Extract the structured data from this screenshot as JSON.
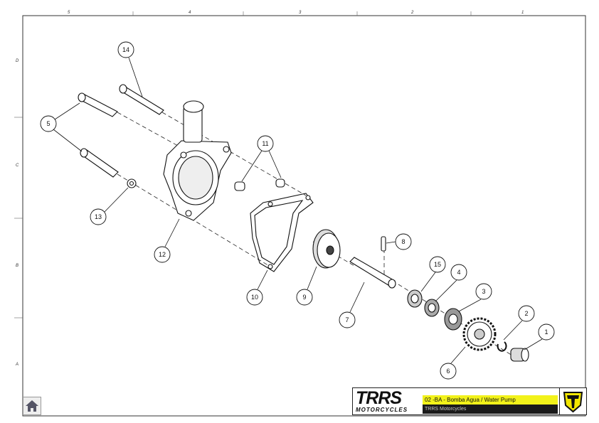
{
  "frame": {
    "columns": [
      "5",
      "4",
      "3",
      "2",
      "1"
    ],
    "rows": [
      "D",
      "C",
      "B",
      "A"
    ]
  },
  "callouts": [
    "14",
    "5",
    "11",
    "13",
    "12",
    "10",
    "9",
    "8",
    "7",
    "15",
    "4",
    "3",
    "2",
    "1",
    "6"
  ],
  "title_block": {
    "brand": "TRRS",
    "brand_sub": "MOTORCYCLES",
    "title": "02 -BA - Bomba Agua / Water Pump",
    "company": "TRRS Motorcycles"
  },
  "colors": {
    "title_bg": "#f2f21a",
    "company_bg": "#1a1a1a",
    "emblem": "#f2e600"
  },
  "icons": {
    "home": "home-icon"
  }
}
